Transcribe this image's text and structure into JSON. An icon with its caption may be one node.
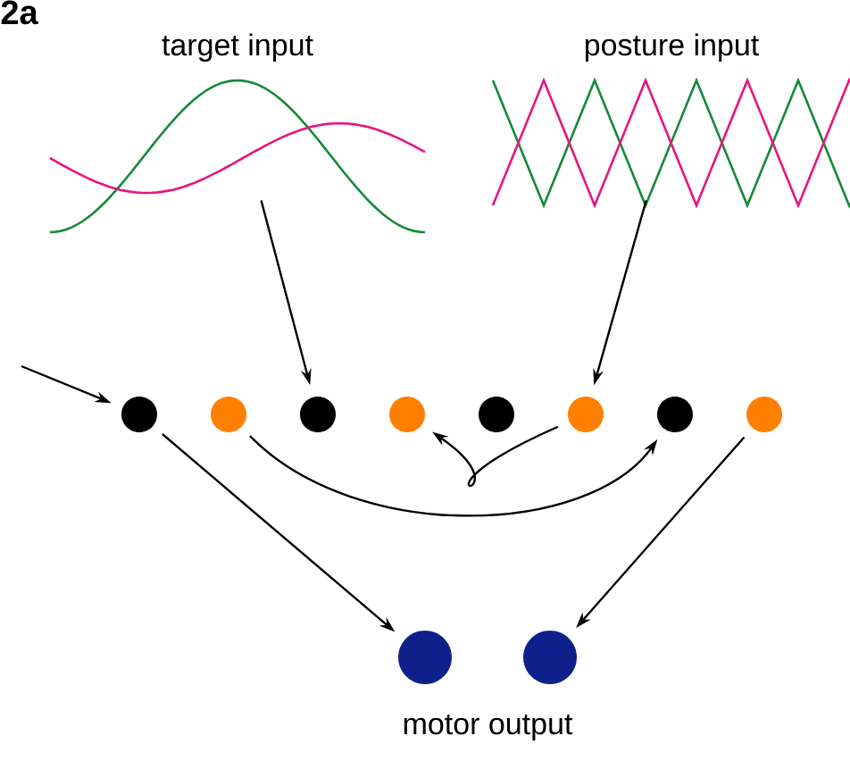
{
  "diagram": {
    "nodes": [
      {
        "text": [
          "target input"
        ]
      },
      {
        "text": [
          "posture input"
        ]
      },
      {
        "text": [],
        "shape": "circle"
      },
      {
        "text": [],
        "shape": "circle"
      },
      {
        "text": [],
        "shape": "circle"
      },
      {
        "text": [],
        "shape": "circle"
      },
      {
        "text": [],
        "shape": "circle"
      },
      {
        "text": [],
        "shape": "circle"
      },
      {
        "text": [],
        "shape": "circle"
      },
      {
        "text": [],
        "shape": "circle"
      },
      {
        "text": [],
        "shape": "circle"
      },
      {
        "text": [],
        "shape": "circle"
      }
    ],
    "edges": [
      {
        "from": 0,
        "to": 4,
        "arrow": "to"
      },
      {
        "from": 1,
        "to": 7,
        "arrow": "to"
      },
      {
        "from": null,
        "to": 2,
        "arrow": "to"
      },
      {
        "from": 7,
        "to": 5,
        "arrow": "to"
      },
      {
        "from": 3,
        "to": 8,
        "arrow": "to"
      },
      {
        "from": 2,
        "to": 10,
        "arrow": "to"
      },
      {
        "from": 9,
        "to": 11,
        "arrow": "to"
      }
    ],
    "labels": [
      "2a",
      "motor output"
    ]
  }
}
